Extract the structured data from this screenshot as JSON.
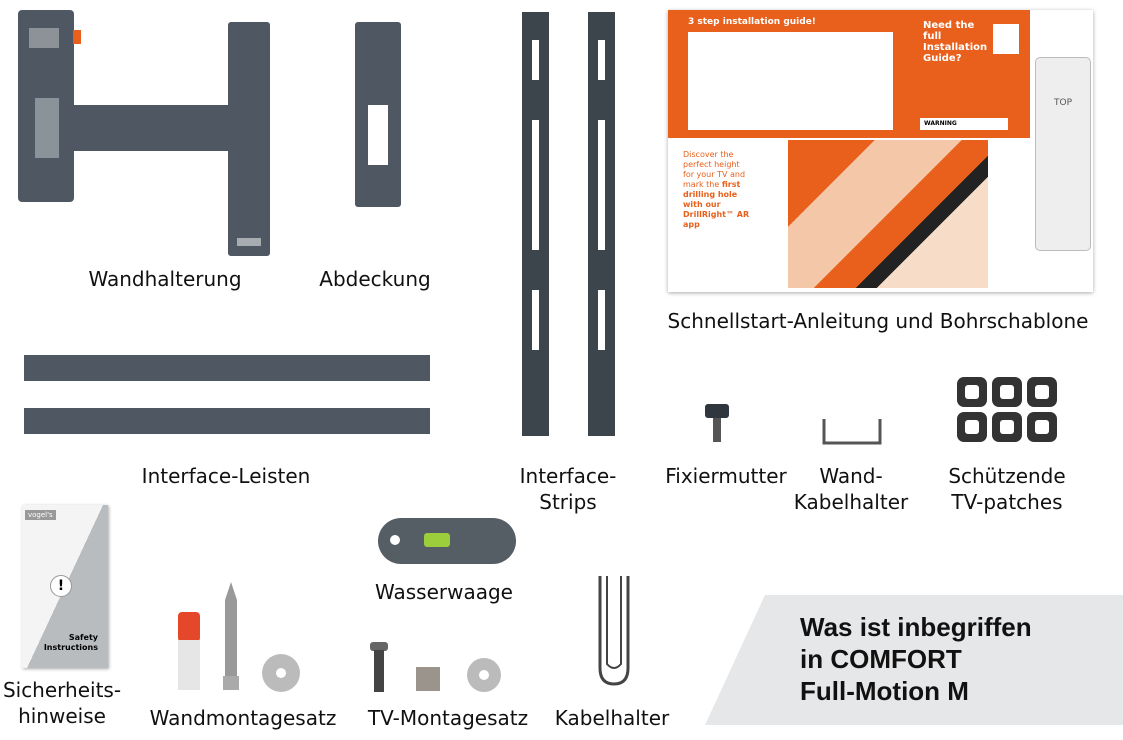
{
  "items": [
    {
      "label": "Wandhalterung"
    },
    {
      "label": "Abdeckung"
    },
    {
      "label": "Schnellstart-Anleitung und Bohrschablone"
    },
    {
      "label": "Interface-Leisten"
    },
    {
      "label_line1": "Interface-",
      "label_line2": "Strips"
    },
    {
      "label": "Fixiermutter"
    },
    {
      "label_line1": "Wand-",
      "label_line2": "Kabelhalter"
    },
    {
      "label_line1": "Schützende",
      "label_line2": "TV-patches"
    },
    {
      "label_line1": "Sicherheits-",
      "label_line2": "hinweise"
    },
    {
      "label": "Wasserwaage"
    },
    {
      "label": "Wandmontagesatz"
    },
    {
      "label": "TV-Montagesatz"
    },
    {
      "label": "Kabelhalter"
    }
  ],
  "guide": {
    "title": "3 step installation guide!",
    "need": "Need the full Installation Guide?",
    "discover": "Discover the perfect height for your TV and mark the",
    "discover_bold": "first drilling hole with our DrillRight™ AR app",
    "warning": "WARNING",
    "top": "TOP"
  },
  "safety": {
    "brand": "vogel's",
    "text": "Safety Instructions"
  },
  "summary": {
    "line1": "Was ist inbegriffen",
    "line2": "in COMFORT",
    "line3": "Full-Motion M"
  },
  "colors": {
    "metal": "#4f5862",
    "orange": "#e8601c",
    "panel": "#e6e7e9"
  }
}
